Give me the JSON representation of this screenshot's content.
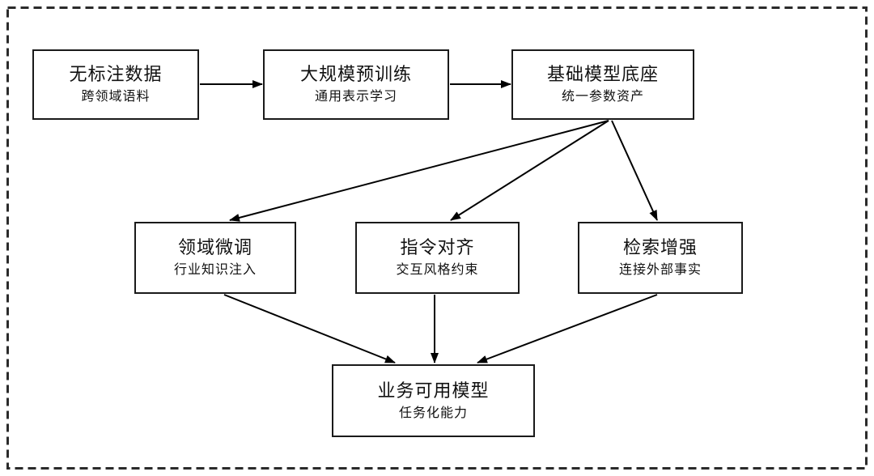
{
  "diagram": {
    "background_color": "#ffffff",
    "line_color": "#000000",
    "box_border_color": "#1a1a1a",
    "outer_border": {
      "style": "dashed",
      "color": "#2b2b2b"
    },
    "nodes": [
      {
        "id": "unlabeled-data",
        "title": "无标注数据",
        "subtitle": "跨领域语料"
      },
      {
        "id": "pretraining",
        "title": "大规模预训练",
        "subtitle": "通用表示学习"
      },
      {
        "id": "foundation-model",
        "title": "基础模型底座",
        "subtitle": "统一参数资产"
      },
      {
        "id": "domain-finetune",
        "title": "领域微调",
        "subtitle": "行业知识注入"
      },
      {
        "id": "instruction-align",
        "title": "指令对齐",
        "subtitle": "交互风格约束"
      },
      {
        "id": "retrieval-augment",
        "title": "检索增强",
        "subtitle": "连接外部事实"
      },
      {
        "id": "business-model",
        "title": "业务可用模型",
        "subtitle": "任务化能力"
      }
    ],
    "edges": [
      {
        "from": "unlabeled-data",
        "to": "pretraining"
      },
      {
        "from": "pretraining",
        "to": "foundation-model"
      },
      {
        "from": "foundation-model",
        "to": "domain-finetune"
      },
      {
        "from": "foundation-model",
        "to": "instruction-align"
      },
      {
        "from": "foundation-model",
        "to": "retrieval-augment"
      },
      {
        "from": "domain-finetune",
        "to": "business-model"
      },
      {
        "from": "instruction-align",
        "to": "business-model"
      },
      {
        "from": "retrieval-augment",
        "to": "business-model"
      }
    ]
  }
}
